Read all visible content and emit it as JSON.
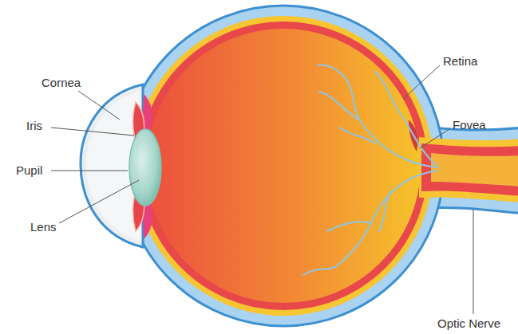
{
  "diagram": {
    "labels": [
      "Cornea",
      "Iris",
      "Pupil",
      "Lens",
      "Retina",
      "Fovea",
      "Optic Nerve"
    ]
  }
}
